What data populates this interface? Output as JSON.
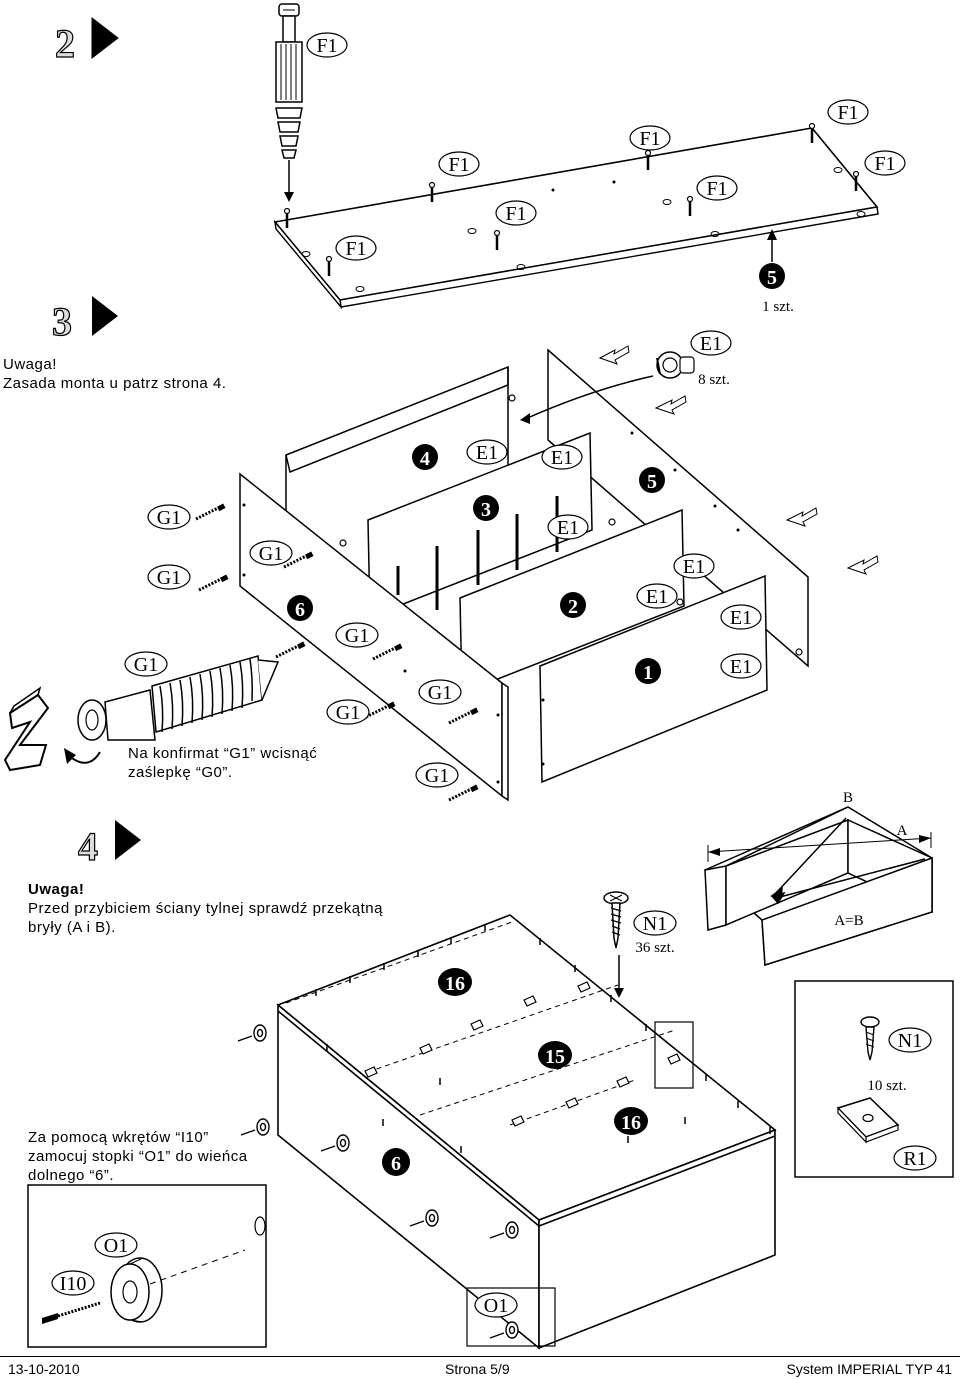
{
  "steps": {
    "s2": "2",
    "s3": "3",
    "s4": "4"
  },
  "parts": {
    "f1": "F1",
    "e1": "E1",
    "g1": "G1",
    "n1": "N1",
    "r1": "R1",
    "o1": "O1",
    "i10": "I10",
    "a": "A",
    "b": "B",
    "ab": "A=B"
  },
  "panels": {
    "p1": "1",
    "p2": "2",
    "p3": "3",
    "p4": "4",
    "p5": "5",
    "p6": "6",
    "p15": "15",
    "p16": "16"
  },
  "counts": {
    "one": "1 szt.",
    "eight": "8 szt.",
    "thirtysix": "36 szt.",
    "ten": "10 szt."
  },
  "notes": {
    "step3_title": "Uwaga!",
    "step3_text": "Zasada monta u patrz strona 4.",
    "g1_cap_line1": "Na konfirmat “G1” wcisnąć",
    "g1_cap_line2": "zaślepkę “G0”.",
    "step4_title": "Uwaga!",
    "step4_line1": "Przed przybiciem ściany tylnej sprawdź przekątną",
    "step4_line2": "bryły (A i B).",
    "feet_line1": "Za pomocą wkrętów “I10”",
    "feet_line2": "zamocuj stopki “O1” do wieńca",
    "feet_line3": "dolnego “6”."
  },
  "footer": {
    "date": "13-10-2010",
    "page": "Strona 5/9",
    "system": "System IMPERIAL TYP 41"
  }
}
